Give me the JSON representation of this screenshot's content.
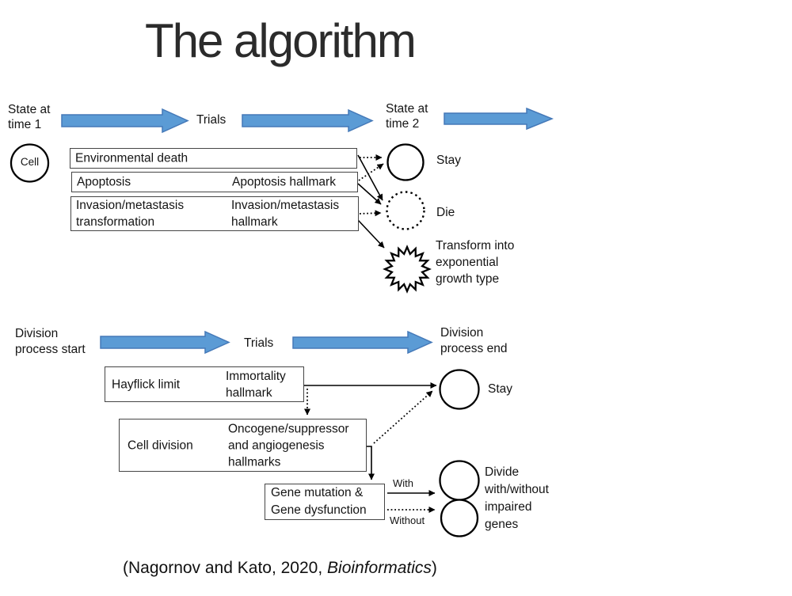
{
  "slide": {
    "title": "The algorithm"
  },
  "colors": {
    "flow_arrow_fill": "#5B9BD5",
    "flow_arrow_border": "#4579B8",
    "hallmark_arrow_fill": "#FF0000",
    "hallmark_arrow_border": "#3A5795"
  },
  "state_flow": {
    "start": "State at\ntime 1",
    "trials": "Trials",
    "end": "State at\ntime 2",
    "cell": "Cell",
    "boxes": {
      "environmental_death": "Environmental death",
      "apoptosis": "Apoptosis",
      "apoptosis_hallmark": "Apoptosis hallmark",
      "invasion": "Invasion/metastasis\ntransformation",
      "invasion_hallmark": "Invasion/metastasis\nhallmark"
    },
    "outcomes": {
      "stay": "Stay",
      "die": "Die",
      "transform": "Transform into\nexponential\ngrowth type"
    }
  },
  "division_flow": {
    "start": "Division\nprocess start",
    "trials": "Trials",
    "end": "Division\nprocess end",
    "boxes": {
      "hayflick": "Hayflick limit",
      "immortality_hallmark": "Immortality\nhallmark",
      "cell_division": "Cell division",
      "oncogene_hallmark": "Oncogene/suppressor\nand angiogenesis\nhallmarks",
      "gene_mutation": "Gene mutation &\nGene dysfunction"
    },
    "outcomes": {
      "stay": "Stay",
      "divide": "Divide\nwith/without\nimpaired\ngenes"
    },
    "branches": {
      "with": "With",
      "without": "Without"
    }
  },
  "citation": {
    "prefix": "(Nagornov and Kato, 2020, ",
    "journal": "Bioinformatics",
    "suffix": ")"
  }
}
